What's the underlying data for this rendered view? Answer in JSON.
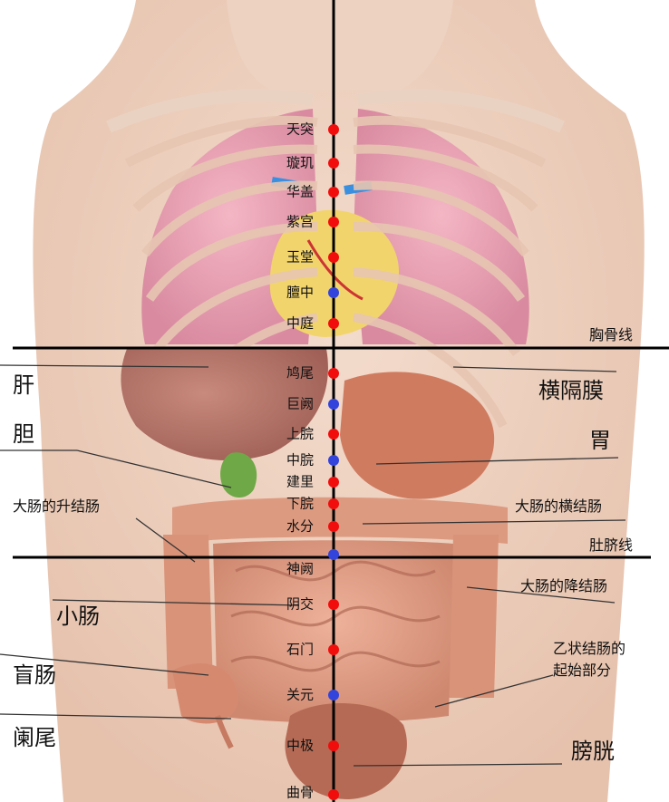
{
  "colors": {
    "acupoint_red": "#f20d0d",
    "acupoint_blue": "#3344dd",
    "line": "#000000"
  },
  "reference_lines": {
    "chest": "胸骨线",
    "navel": "肚脐线"
  },
  "acupoints": [
    {
      "name": "天突",
      "color": "red"
    },
    {
      "name": "璇玑",
      "color": "red"
    },
    {
      "name": "华盖",
      "color": "red"
    },
    {
      "name": "紫宫",
      "color": "red"
    },
    {
      "name": "玉堂",
      "color": "red"
    },
    {
      "name": "膻中",
      "color": "blue"
    },
    {
      "name": "中庭",
      "color": "red"
    },
    {
      "name": "鸠尾",
      "color": "red"
    },
    {
      "name": "巨阙",
      "color": "blue"
    },
    {
      "name": "上脘",
      "color": "red"
    },
    {
      "name": "中脘",
      "color": "blue"
    },
    {
      "name": "建里",
      "color": "red"
    },
    {
      "name": "下脘",
      "color": "red"
    },
    {
      "name": "水分",
      "color": "red"
    },
    {
      "name": "神阙",
      "color": "blue"
    },
    {
      "name": "阴交",
      "color": "red"
    },
    {
      "name": "石门",
      "color": "red"
    },
    {
      "name": "关元",
      "color": "blue"
    },
    {
      "name": "中极",
      "color": "red"
    },
    {
      "name": "曲骨",
      "color": "red"
    }
  ],
  "organs": {
    "liver": "肝",
    "gallbladder": "胆",
    "ascending_colon": "大肠的升结肠",
    "small_intestine": "小肠",
    "cecum": "盲肠",
    "appendix": "阑尾",
    "diaphragm": "横隔膜",
    "stomach": "胃",
    "transverse_colon": "大肠的横结肠",
    "descending_colon": "大肠的降结肠",
    "sigmoid_line1": "乙状结肠的",
    "sigmoid_line2": "起始部分",
    "bladder": "膀胱"
  }
}
